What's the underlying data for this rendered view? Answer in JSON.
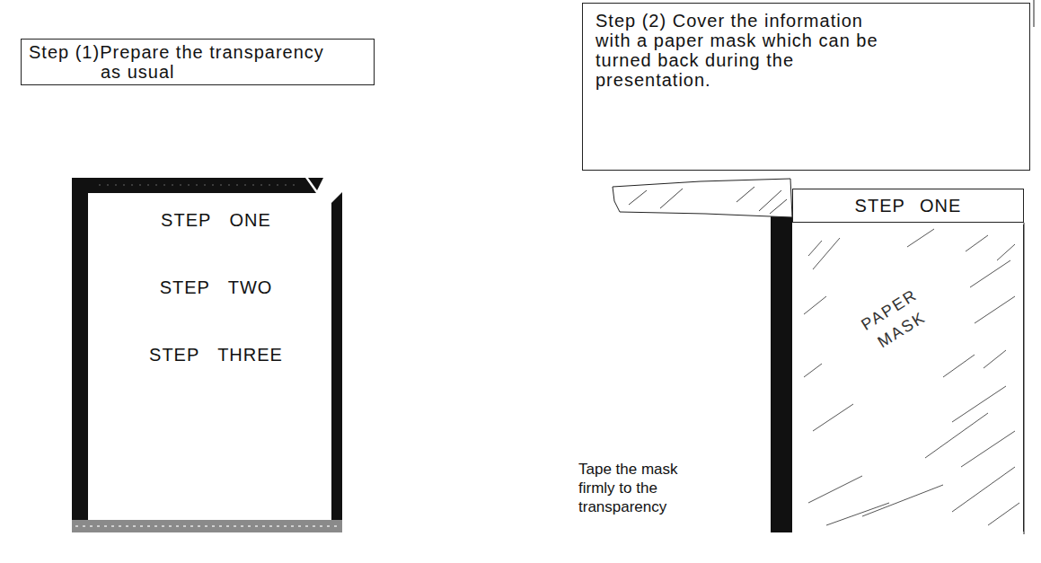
{
  "diagram": {
    "nodes": [
      {
        "text": [
          "Step (1)Prepare the transparency as usual"
        ]
      },
      {
        "text": [
          "STEP ONE",
          "STEP TWO",
          "STEP THREE"
        ]
      },
      {
        "text": [
          "Step (2) Cover the information with a paper mask which can be turned back during the presentation."
        ]
      },
      {
        "text": [
          "STEP ONE"
        ]
      },
      {
        "text": [
          "PAPER MASK"
        ]
      }
    ],
    "labels": [
      "Tape the mask firmly to the transparency"
    ]
  }
}
